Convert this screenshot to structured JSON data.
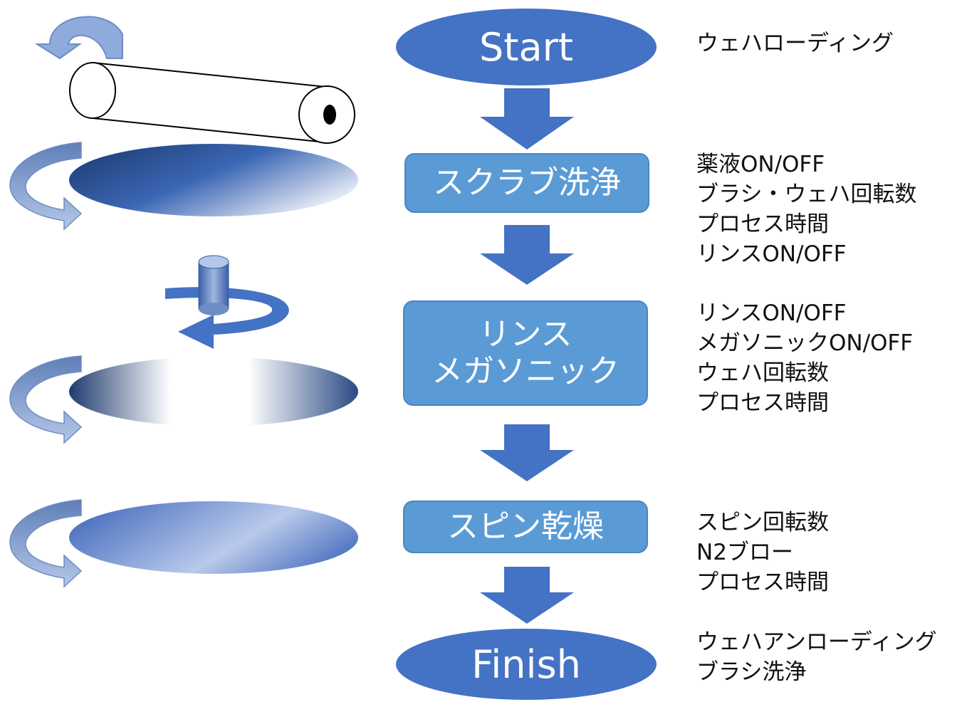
{
  "flow": {
    "start": "Start",
    "step1": "スクラブ洗浄",
    "step2_line1": "リンス",
    "step2_line2": "メガソニック",
    "step3": "スピン乾燥",
    "finish": "Finish"
  },
  "notes": {
    "start": [
      "ウェハローディング"
    ],
    "step1": [
      "薬液ON/OFF",
      "ブラシ・ウェハ回転数",
      "プロセス時間",
      "リンスON/OFF"
    ],
    "step2": [
      "リンスON/OFF",
      "メガソニックON/OFF",
      "ウェハ回転数",
      "プロセス時間"
    ],
    "step3": [
      "スピン回転数",
      "N2ブロー",
      "プロセス時間"
    ],
    "finish": [
      "ウェハアンローディング",
      "ブラシ洗浄"
    ]
  },
  "colors": {
    "node_dark": "#4472c4",
    "node_light": "#5b9bd5",
    "arrow": "#4472c4",
    "rotation_arrow": "#8faadc",
    "wafer_dark": "#2f5597"
  }
}
